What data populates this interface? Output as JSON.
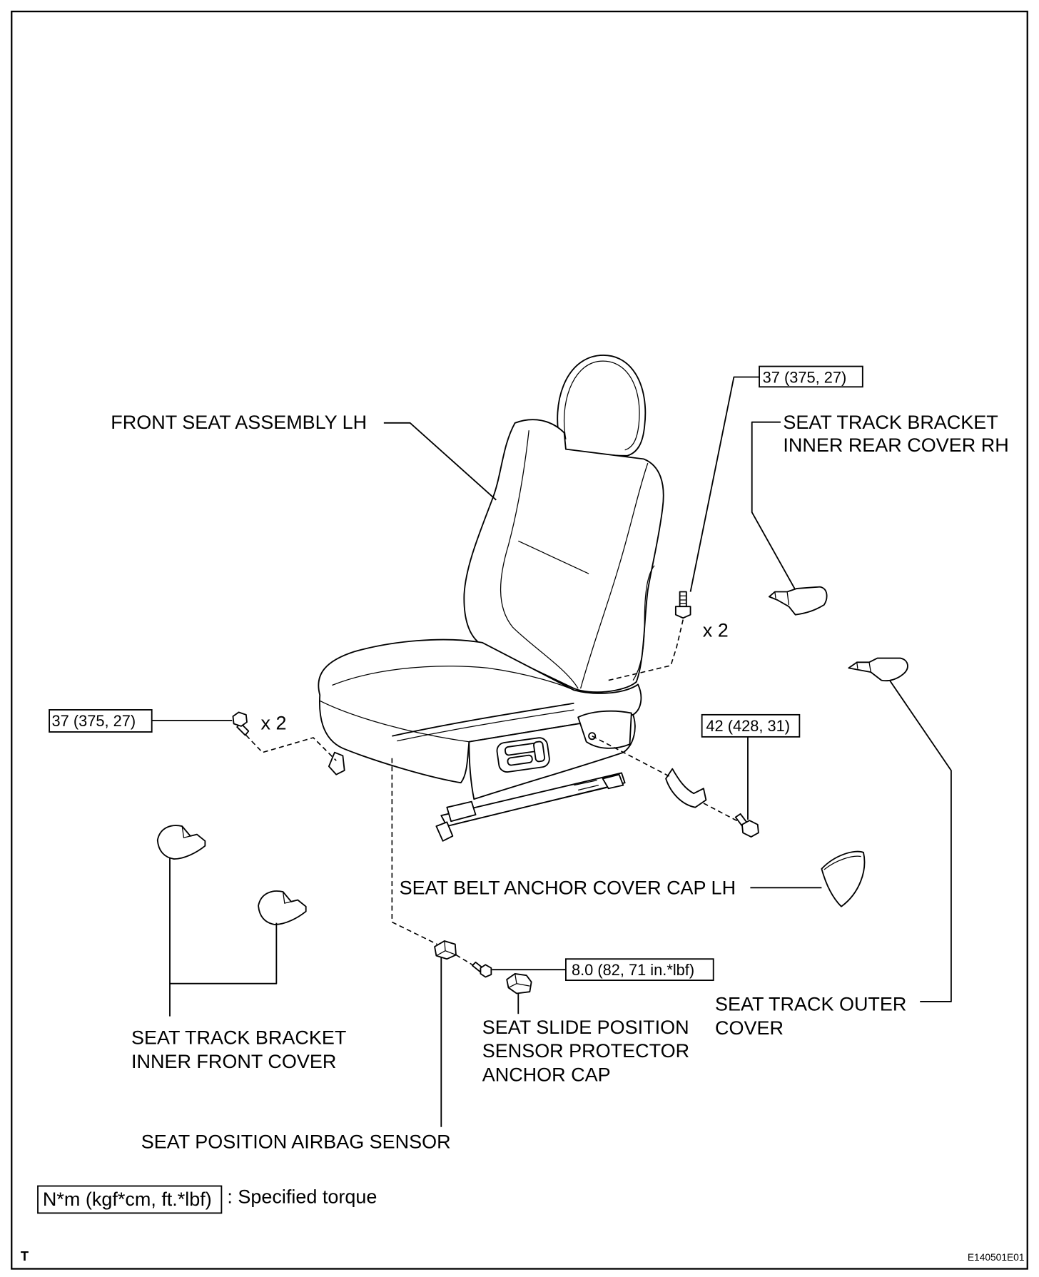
{
  "labels": {
    "front_seat_assembly": [
      "FRONT SEAT ASSEMBLY LH"
    ],
    "inner_rear_cover": [
      "SEAT TRACK BRACKET",
      "INNER REAR COVER RH"
    ],
    "seat_belt_anchor_cap": [
      "SEAT BELT ANCHOR COVER CAP LH"
    ],
    "outer_cover": [
      "SEAT TRACK OUTER",
      "COVER"
    ],
    "anchor_cap": [
      "SEAT SLIDE POSITION",
      "SENSOR PROTECTOR",
      "ANCHOR CAP"
    ],
    "inner_front_cover": [
      "SEAT TRACK BRACKET",
      "INNER FRONT COVER"
    ],
    "airbag_sensor": [
      "SEAT POSITION AIRBAG SENSOR"
    ]
  },
  "torques": {
    "rear_bolt": "37 (375, 27)",
    "front_bolt": "37 (375, 27)",
    "belt_anchor_bolt": "42 (428, 31)",
    "sensor_bolt": "8.0 (82, 71 in.*lbf)"
  },
  "quantities": {
    "rear_bolt": "x 2",
    "front_bolt": "x 2"
  },
  "legend": {
    "unit": "N*m (kgf*cm, ft.*lbf)",
    "description": ": Specified torque"
  },
  "corner_mark": "T",
  "figure_id": "E140501E01"
}
